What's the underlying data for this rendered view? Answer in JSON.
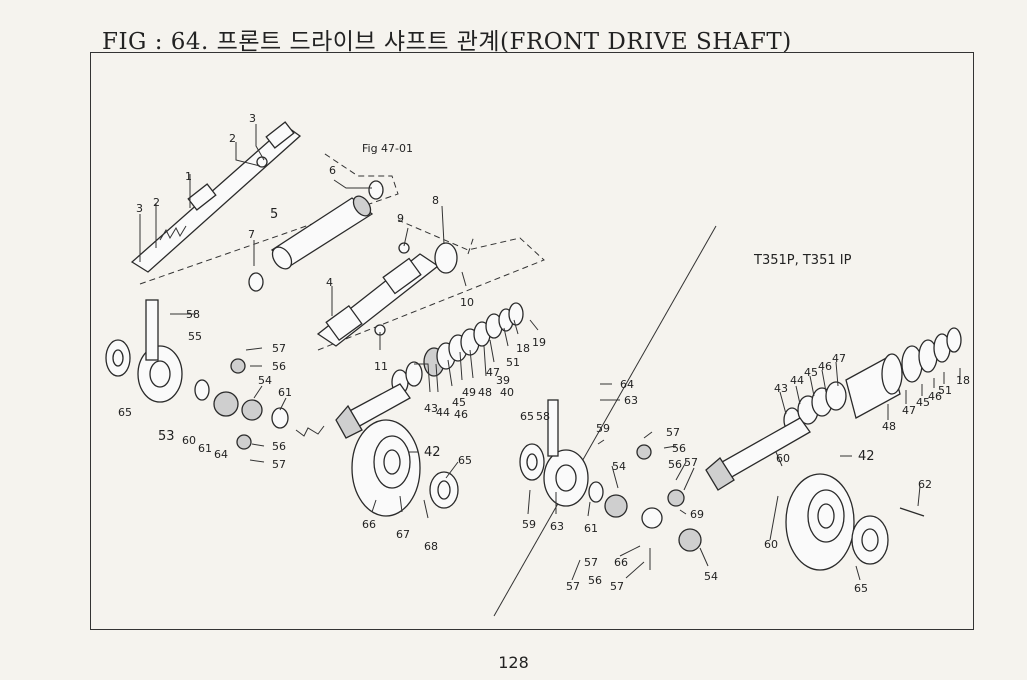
{
  "title": "FIG : 64. 프론트 드라이브 샤프트 관계(FRONT DRIVE SHAFT)",
  "model_label": "T351P, T351 IP",
  "reference_label": "Fig 47-01",
  "page_number": "128",
  "callouts": {
    "c1": "1",
    "c2a": "2",
    "c2b": "2",
    "c3a": "3",
    "c3b": "3",
    "c4": "4",
    "c5": "5",
    "c6": "6",
    "c7": "7",
    "c8": "8",
    "c9": "9",
    "c10": "10",
    "c11": "11",
    "c19": "19",
    "c18": "18",
    "c51": "51",
    "c39": "39",
    "c47a": "47",
    "c40": "40",
    "c48": "48",
    "c49": "49",
    "c45": "45",
    "c46": "46",
    "c44": "44",
    "c43": "43",
    "c42": "42",
    "c58": "58",
    "c55": "55",
    "c57": "57",
    "c56a": "56",
    "c54": "54",
    "c61a": "61",
    "c65a": "65",
    "c53": "53",
    "c60": "60",
    "c61b": "61",
    "c64": "64",
    "c56b": "56",
    "c57b": "57",
    "c65b": "65",
    "c66": "66",
    "c67": "67",
    "c68": "68",
    "r65": "65",
    "r58": "58",
    "r64": "64",
    "r63": "63",
    "r59": "59",
    "r57": "57",
    "r56": "56",
    "r54": "54",
    "r56b": "56",
    "r57b": "57",
    "r59b": "59",
    "r63b": "63",
    "r61": "61",
    "r69": "69",
    "r66": "66",
    "r57c": "57",
    "r56c": "56",
    "r57d": "57",
    "r54b": "54",
    "r60": "60",
    "r60b": "60",
    "r42": "42",
    "r62": "62",
    "r65b": "65",
    "r43": "43",
    "r44": "44",
    "r45": "45",
    "r46": "46",
    "r47": "47",
    "r48": "48",
    "r47b": "47",
    "r45b": "45",
    "r46b": "46",
    "r51": "51",
    "r18": "18"
  }
}
